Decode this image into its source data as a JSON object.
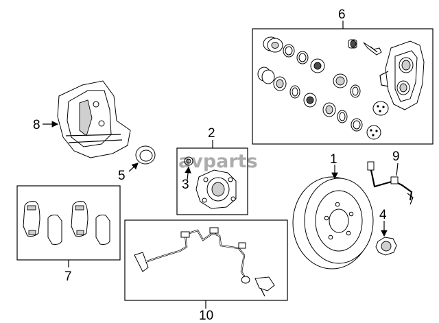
{
  "watermark": "avparts",
  "callouts": {
    "c1": "1",
    "c2": "2",
    "c3": "3",
    "c4": "4",
    "c5": "5",
    "c6": "6",
    "c7": "7",
    "c8": "8",
    "c9": "9",
    "c10": "10"
  }
}
